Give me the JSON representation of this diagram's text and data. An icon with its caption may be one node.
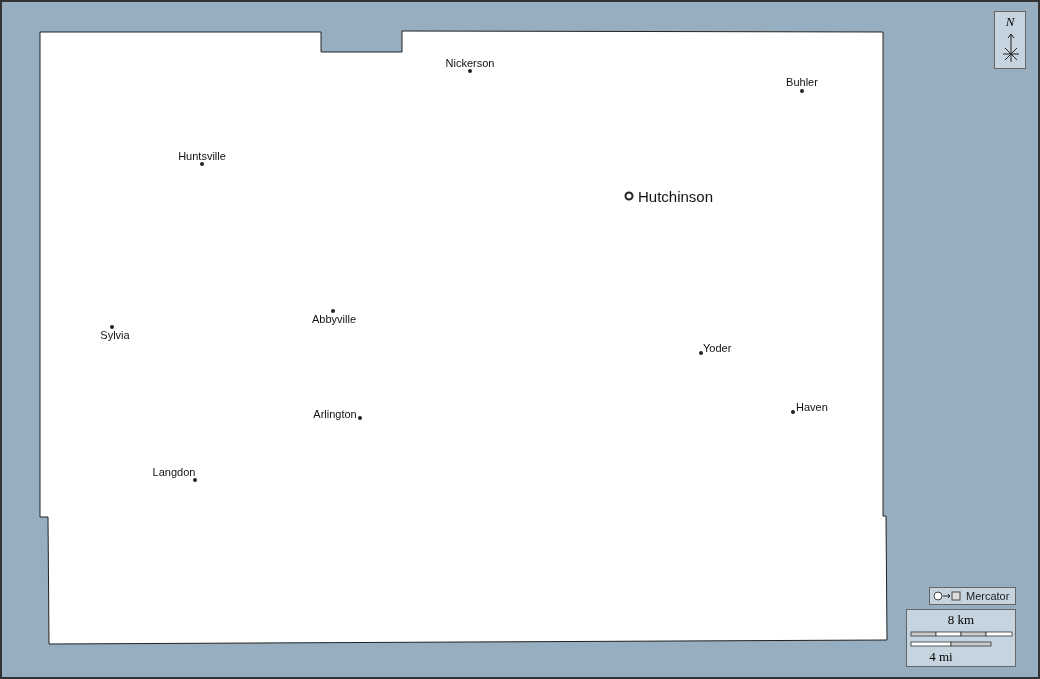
{
  "diagram": {
    "labels": [
      "Nickerson",
      "Buhler",
      "Huntsville",
      "Hutchinson",
      "Sylvia",
      "Abbyville",
      "Yoder",
      "Arlington",
      "Haven",
      "Langdon",
      "N",
      "Mercator",
      "8 km",
      "4 mi"
    ]
  }
}
